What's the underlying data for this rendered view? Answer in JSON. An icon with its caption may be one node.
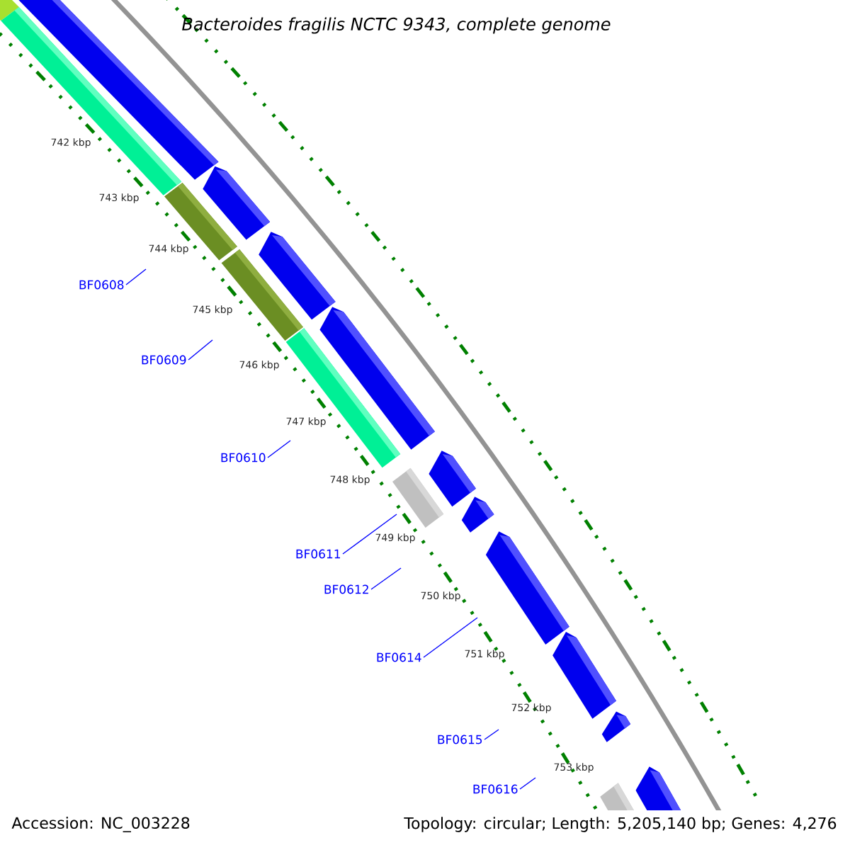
{
  "diagram": {
    "title": "Bacteroides fragilis NCTC 9343, complete genome",
    "nodes": [
      {
        "text": [
          "BF0608"
        ]
      },
      {
        "text": [
          "BF0609"
        ]
      },
      {
        "text": [
          "BF0610"
        ]
      },
      {
        "text": [
          "BF0611"
        ]
      },
      {
        "text": [
          "BF0612"
        ]
      },
      {
        "text": [
          "BF0614"
        ]
      },
      {
        "text": [
          "BF0615"
        ]
      },
      {
        "text": [
          "BF0616"
        ]
      }
    ],
    "edges": [
      {
        "from": 0,
        "to": null,
        "arrow": "none"
      },
      {
        "from": 1,
        "to": null,
        "arrow": "none"
      },
      {
        "from": 2,
        "to": null,
        "arrow": "none"
      },
      {
        "from": 3,
        "to": null,
        "arrow": "none"
      },
      {
        "from": 4,
        "to": null,
        "arrow": "none"
      },
      {
        "from": 5,
        "to": null,
        "arrow": "none"
      },
      {
        "from": 6,
        "to": null,
        "arrow": "none"
      },
      {
        "from": 7,
        "to": null,
        "arrow": "none"
      }
    ],
    "labels": [
      "742 kbp",
      "743 kbp",
      "744 kbp",
      "745 kbp",
      "746 kbp",
      "747 kbp",
      "748 kbp",
      "749 kbp",
      "750 kbp",
      "751 kbp",
      "752 kbp",
      "753 kbp",
      "Accession: NC_003228",
      "Topology: circular; Length: 5,205,140 bp; Genes: 4,276"
    ]
  }
}
